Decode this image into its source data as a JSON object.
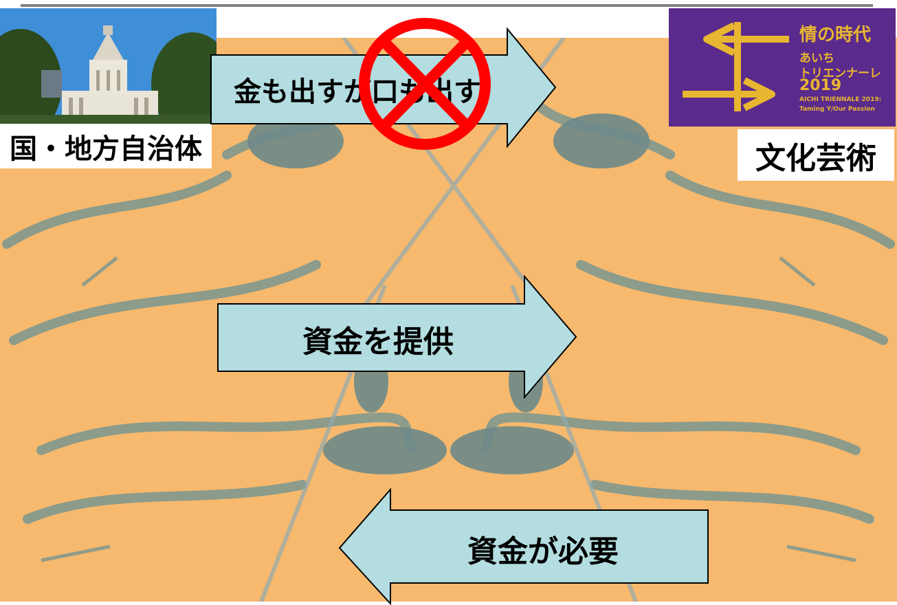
{
  "colors": {
    "background_sand": "#f6b96e",
    "background_ink": "#7a9690",
    "arrow_fill": "#b3dde0",
    "arrow_stroke": "#000000",
    "prohibit_red": "#ff0000",
    "logo_purple": "#5a2a8c",
    "logo_gold": "#e8b630",
    "sky": "#3f8fd8"
  },
  "left_entity": {
    "label": "国・地方自治体",
    "image": "national-diet-building"
  },
  "right_entity": {
    "label": "文化芸術",
    "logo": {
      "title": "情の時代",
      "line1": "あいち",
      "line2": "トリエンナーレ",
      "year": "2019",
      "sub1": "AICHI TRIENNALE 2019:",
      "sub2": "Taming Y/Our Passion"
    }
  },
  "arrows": {
    "top": {
      "label": "金も出すが口も出す",
      "direction": "right",
      "crossed_out": true
    },
    "middle": {
      "label": "資金を提供",
      "direction": "right"
    },
    "bottom": {
      "label": "資金が必要",
      "direction": "left"
    }
  }
}
